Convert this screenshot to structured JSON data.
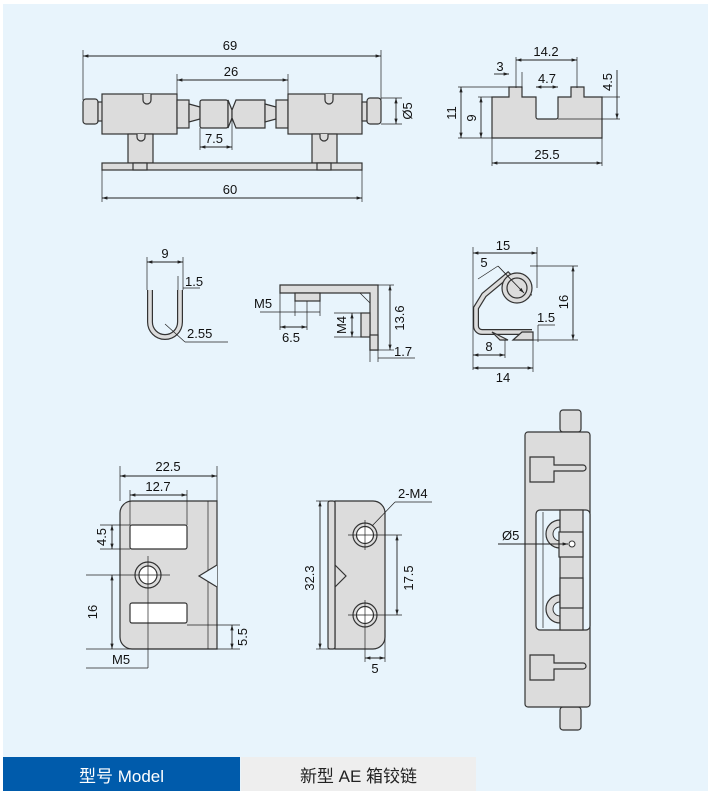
{
  "drawings": {
    "front_view": {
      "overall": "69",
      "between_blocks": "26",
      "pin_dia": "Ø5",
      "neck": "7.5",
      "base": "60"
    },
    "side_profile": {
      "slot_pitch": "14.2",
      "tab": "3",
      "slot": "4.7",
      "slot_depth": "4.5",
      "height": "11",
      "body_height": "9",
      "width": "25.5"
    },
    "u_clip": {
      "width": "9",
      "thickness": "1.5",
      "radius": "2.55"
    },
    "bracket": {
      "thread_top": "M5",
      "offset": "6.5",
      "thread_side": "M4",
      "height": "13.6",
      "thickness": "1.7"
    },
    "spring_clip": {
      "width": "15",
      "radius": "5",
      "height": "16",
      "thickness": "1.5",
      "inner": "8",
      "base": "14"
    },
    "plate_a": {
      "width": "22.5",
      "slot_width": "12.7",
      "slot_height": "4.5",
      "hole_height": "16",
      "bottom": "5.5",
      "thread": "M5"
    },
    "plate_b": {
      "holes": "2-M4",
      "height": "32.3",
      "pitch": "17.5",
      "edge": "5"
    },
    "top_view": {
      "pin_dia": "Ø5"
    }
  },
  "model": {
    "label": "型号 Model",
    "value": "新型 AE 箱铰链"
  },
  "colors": {
    "accent": "#005bab",
    "background": "#e8f4fc"
  }
}
